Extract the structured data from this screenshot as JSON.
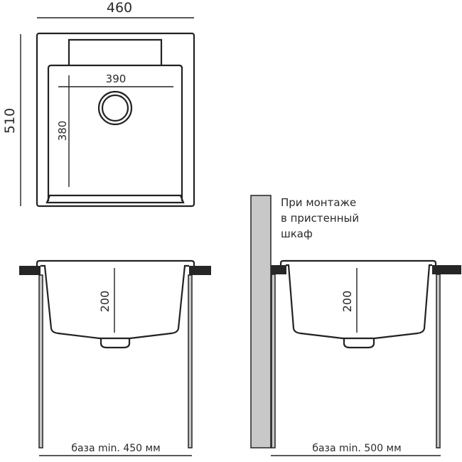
{
  "top_view": {
    "width_label": "460",
    "height_label": "510",
    "bowl_width_label": "390",
    "bowl_length_label": "380"
  },
  "section_standard": {
    "depth_label": "200",
    "base_label": "база min. 450 мм"
  },
  "section_wall": {
    "note_lines": [
      "При монтаже",
      "в пристенный",
      "шкаф"
    ],
    "depth_label": "200",
    "base_label": "база min. 500 мм"
  },
  "colors": {
    "line": "#222222",
    "panel": "#c8c8c8",
    "countertop": "#262626"
  }
}
